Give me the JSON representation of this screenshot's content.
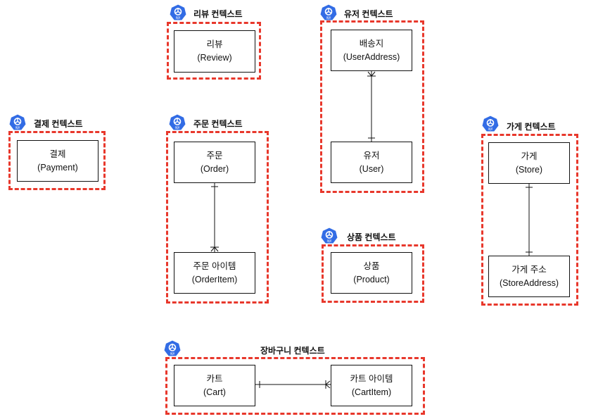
{
  "colors": {
    "context_border": "#e8382c",
    "icon_fill": "#326ce5",
    "line": "#111111"
  },
  "icons": {
    "context": "kubernetes-api-icon"
  },
  "contexts": {
    "review": {
      "label": "리뷰 컨텍스트"
    },
    "user": {
      "label": "유저 컨텍스트"
    },
    "payment": {
      "label": "결제 컨텍스트"
    },
    "order": {
      "label": "주문 컨텍스트"
    },
    "store": {
      "label": "가게 컨텍스트"
    },
    "product": {
      "label": "상품 컨텍스트"
    },
    "cart": {
      "label": "장바구니 컨텍스트"
    }
  },
  "entities": {
    "review": {
      "name": "리뷰",
      "en": "(Review)"
    },
    "user_address": {
      "name": "배송지",
      "en": "(UserAddress)"
    },
    "user": {
      "name": "유저",
      "en": "(User)"
    },
    "payment": {
      "name": "결제",
      "en": "(Payment)"
    },
    "order": {
      "name": "주문",
      "en": "(Order)"
    },
    "order_item": {
      "name": "주문 아이템",
      "en": "(OrderItem)"
    },
    "store": {
      "name": "가게",
      "en": "(Store)"
    },
    "store_address": {
      "name": "가게 주소",
      "en": "(StoreAddress)"
    },
    "product": {
      "name": "상품",
      "en": "(Product)"
    },
    "cart": {
      "name": "카트",
      "en": "(Cart)"
    },
    "cart_item": {
      "name": "카트 아이템",
      "en": "(CartItem)"
    }
  },
  "relations": [
    {
      "from": "user",
      "to": "user_address",
      "type": "one-to-many"
    },
    {
      "from": "order",
      "to": "order_item",
      "type": "one-to-many"
    },
    {
      "from": "store",
      "to": "store_address",
      "type": "one-to-one"
    },
    {
      "from": "cart",
      "to": "cart_item",
      "type": "one-to-many"
    }
  ]
}
